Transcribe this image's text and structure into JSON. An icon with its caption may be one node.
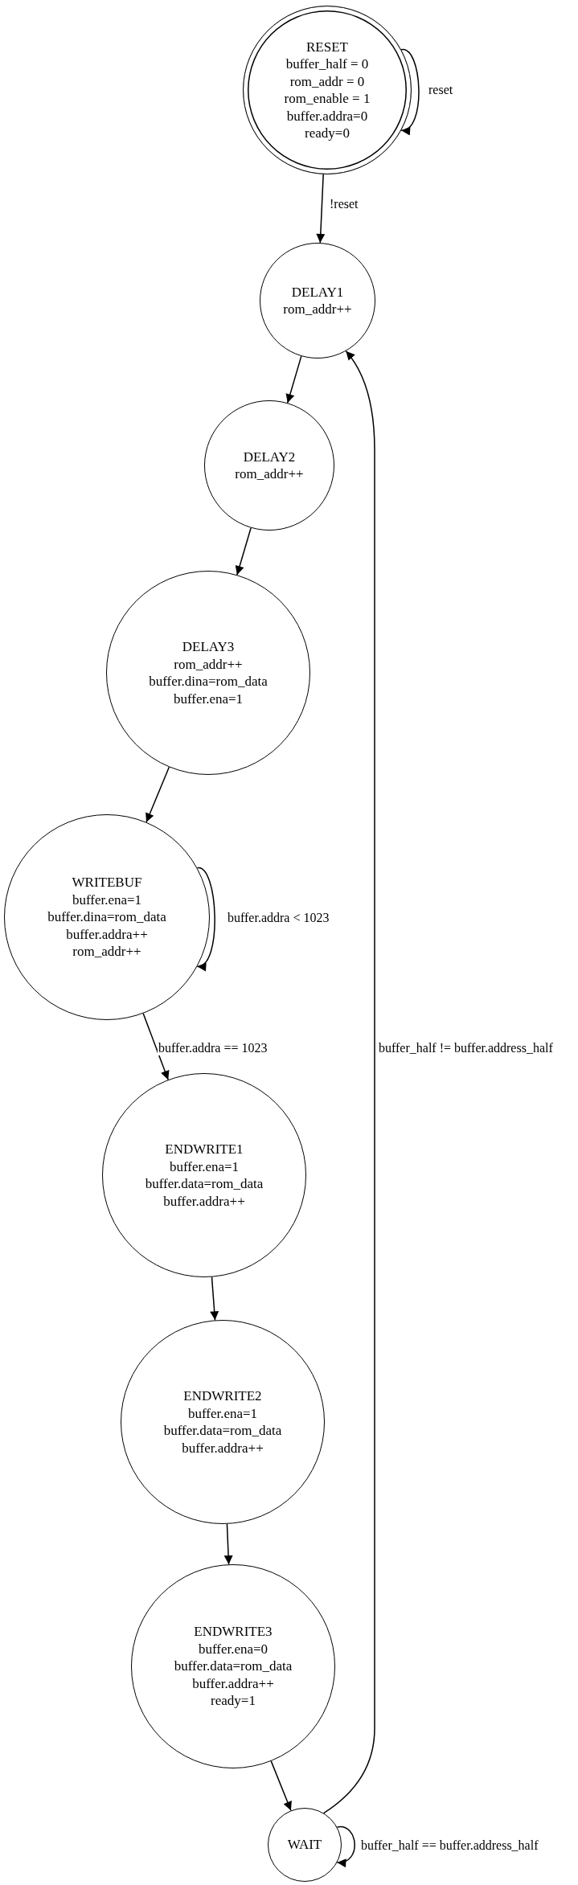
{
  "diagram": {
    "nodes": [
      {
        "text": [
          "RESET",
          "buffer_half = 0",
          "rom_addr = 0",
          "rom_enable = 1",
          "buffer.addra=0",
          "ready=0"
        ]
      },
      {
        "text": [
          "DELAY1",
          "rom_addr++"
        ]
      },
      {
        "text": [
          "DELAY2",
          "rom_addr++"
        ]
      },
      {
        "text": [
          "DELAY3",
          "rom_addr++",
          "buffer.dina=rom_data",
          "buffer.ena=1"
        ]
      },
      {
        "text": [
          "WRITEBUF",
          "buffer.ena=1",
          "buffer.dina=rom_data",
          "buffer.addra++",
          "rom_addr++"
        ]
      },
      {
        "text": [
          "ENDWRITE1",
          "buffer.ena=1",
          "buffer.data=rom_data",
          "buffer.addra++"
        ]
      },
      {
        "text": [
          "ENDWRITE2",
          "buffer.ena=1",
          "buffer.data=rom_data",
          "buffer.addra++"
        ]
      },
      {
        "text": [
          "ENDWRITE3",
          "buffer.ena=0",
          "buffer.data=rom_data",
          "buffer.addra++",
          "ready=1"
        ]
      },
      {
        "text": [
          "WAIT"
        ]
      }
    ],
    "edges": [
      {
        "from": 0,
        "to": 0,
        "arrow": "to",
        "label": "reset"
      },
      {
        "from": 0,
        "to": 1,
        "arrow": "to",
        "label": "!reset"
      },
      {
        "from": 1,
        "to": 2,
        "arrow": "to"
      },
      {
        "from": 2,
        "to": 3,
        "arrow": "to"
      },
      {
        "from": 3,
        "to": 4,
        "arrow": "to"
      },
      {
        "from": 4,
        "to": 4,
        "arrow": "to",
        "label": "buffer.addra < 1023"
      },
      {
        "from": 4,
        "to": 5,
        "arrow": "to",
        "label": "buffer.addra == 1023"
      },
      {
        "from": 5,
        "to": 6,
        "arrow": "to"
      },
      {
        "from": 6,
        "to": 7,
        "arrow": "to"
      },
      {
        "from": 7,
        "to": 8,
        "arrow": "to"
      },
      {
        "from": 8,
        "to": 8,
        "arrow": "to",
        "label": "buffer_half == buffer.address_half"
      },
      {
        "from": 8,
        "to": 1,
        "arrow": "to",
        "label": "buffer_half != buffer.address_half"
      }
    ]
  }
}
